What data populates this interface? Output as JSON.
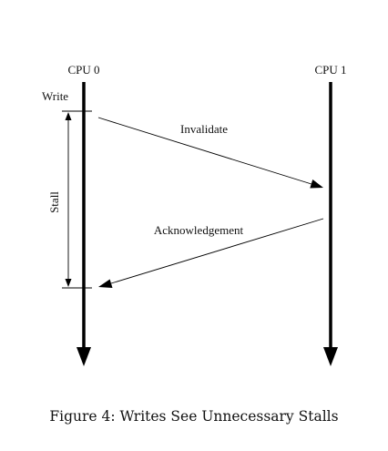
{
  "diagram": {
    "cpu0_label": "CPU 0",
    "cpu1_label": "CPU 1",
    "write_label": "Write",
    "stall_label": "Stall",
    "invalidate_label": "Invalidate",
    "ack_label": "Acknowledgement"
  },
  "caption": "Figure 4: Writes See Unnecessary Stalls"
}
